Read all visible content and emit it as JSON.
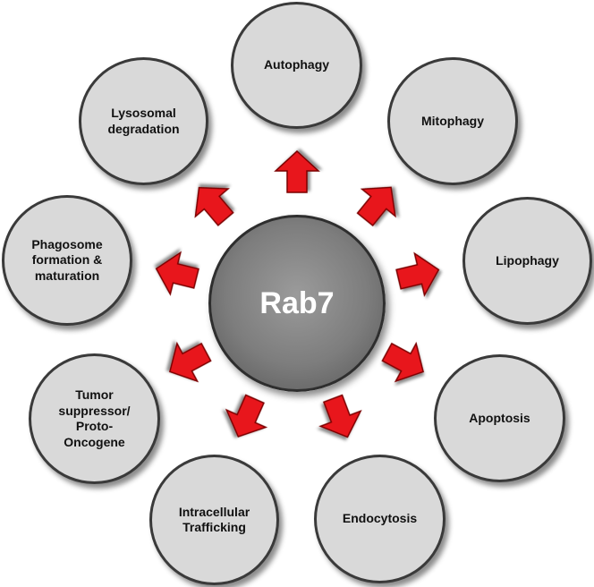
{
  "center": {
    "label": "Rab7"
  },
  "nodes": [
    {
      "label": "Autophagy"
    },
    {
      "label": "Mitophagy"
    },
    {
      "label": "Lipophagy"
    },
    {
      "label": "Apoptosis"
    },
    {
      "label": "Endocytosis"
    },
    {
      "label": "Intracellular Trafficking"
    },
    {
      "label": "Tumor suppressor/ Proto-Oncogene"
    },
    {
      "label": "Phagosome formation & maturation"
    },
    {
      "label": "Lysosomal degradation"
    }
  ],
  "colors": {
    "arrow": "#e8141b",
    "node_fill": "#d9d9d9",
    "center_fill": "#7d7d7d"
  }
}
